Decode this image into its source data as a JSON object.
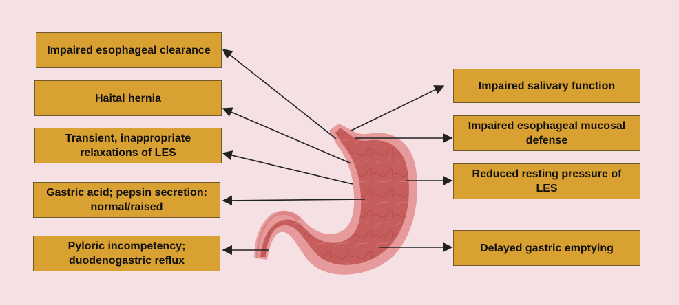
{
  "colors": {
    "background": "#f5e1e3",
    "box_fill": "#d9a032",
    "box_border": "#6e5a2c",
    "arrow": "#222222",
    "stomach_outer": "#e69a9b",
    "stomach_inner": "#c55d5c"
  },
  "labels": {
    "left": [
      "Impaired esophageal clearance",
      "Haital hernia",
      "Transient, inappropriate relaxations of LES",
      "Gastric acid; pepsin secretion: normal/raised",
      "Pyloric incompetency; duodenogastric reflux"
    ],
    "right": [
      "Impaired salivary function",
      "Impaired esophageal mucosal defense",
      "Reduced resting pressure of LES",
      "Delayed gastric emptying"
    ]
  }
}
